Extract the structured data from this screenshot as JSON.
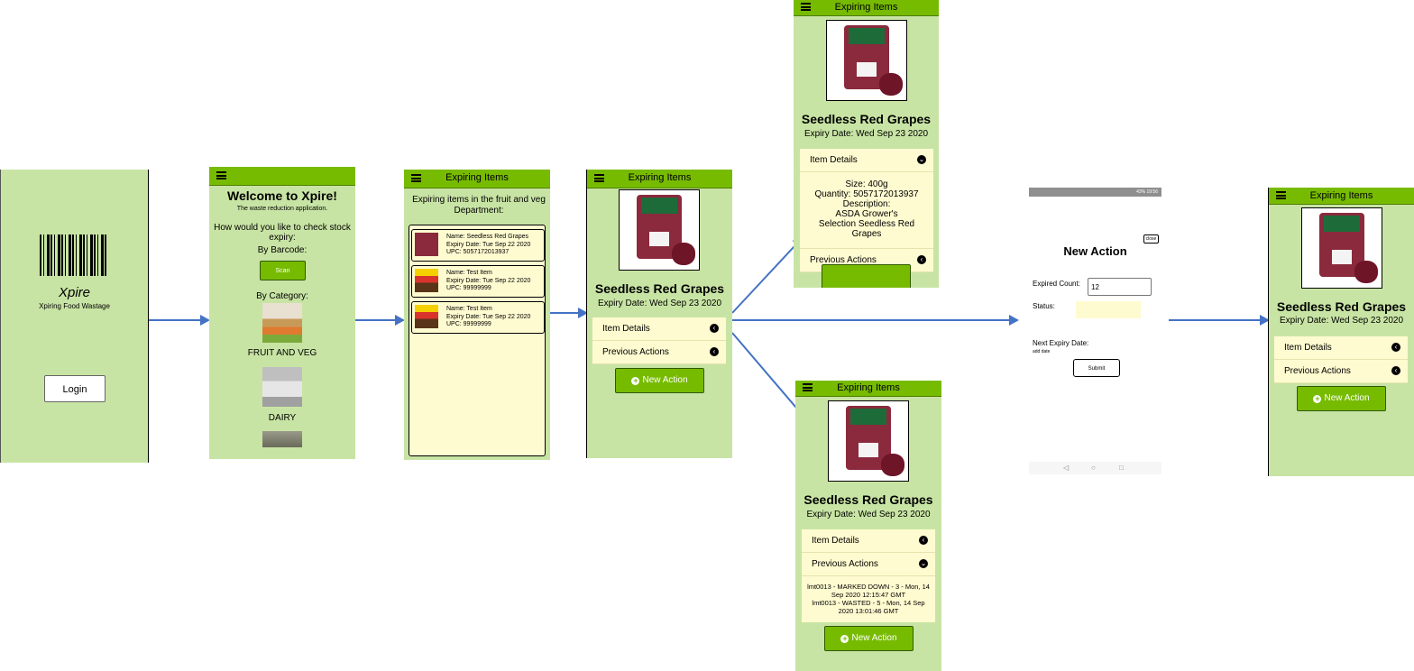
{
  "colors": {
    "screen_bg": "#c8e4a4",
    "bar": "#77bb00",
    "card": "#fffbd0",
    "arrow": "#4472c4",
    "button": "#77bb00"
  },
  "login": {
    "logo_text": "Xpire",
    "subtitle": "Xpiring Food Wastage",
    "login_button": "Login"
  },
  "welcome": {
    "title": "Welcome to Xpire!",
    "subtitle": "The waste reduction application.",
    "question": "How would you like to check stock expiry:",
    "by_barcode": "By Barcode:",
    "scan_button": "Scan",
    "by_category": "By Category:",
    "categories": [
      {
        "label": "FRUIT AND VEG"
      },
      {
        "label": "DAIRY"
      }
    ]
  },
  "list": {
    "bar_title": "Expiring Items",
    "heading": "Expiring items in the fruit and veg Department:",
    "items": [
      {
        "name": "Name: Seedless Red Grapes",
        "expiry": "Expiry Date: Tue Sep 22 2020",
        "upc": "UPC: 5057172013937"
      },
      {
        "name": "Name: Test Item",
        "expiry": "Expiry Date: Tue Sep 22 2020",
        "upc": "UPC: 99999999"
      },
      {
        "name": "Name: Test Item",
        "expiry": "Expiry Date: Tue Sep 22 2020",
        "upc": "UPC: 99999999"
      }
    ]
  },
  "product": {
    "bar_title": "Expiring Items",
    "name": "Seedless Red Grapes",
    "expiry": "Expiry Date: Wed Sep 23 2020",
    "item_details": "Item Details",
    "previous_actions": "Previous Actions",
    "new_action": "New Action"
  },
  "details": {
    "size": "Size: 400g",
    "quantity": "Quantity: 5057172013937",
    "description_label": "Description:",
    "description": "ASDA Grower's Selection Seedless Red Grapes"
  },
  "actions_history": [
    "lmt0013 - MARKED DOWN - 3 - Mon, 14 Sep 2020 12:15:47 GMT",
    "lmt0013 - WASTED - 5 - Mon, 14 Sep 2020 13:01:46 GMT"
  ],
  "new_action_form": {
    "title": "New Action",
    "close": "close",
    "expired_count_label": "Expired Count:",
    "expired_count_value": "12",
    "status_label": "Status:",
    "next_expiry_label": "Next Expiry Date:",
    "add_date": "add date",
    "submit": "Submit",
    "status_bar_right": "43% 19:56"
  }
}
